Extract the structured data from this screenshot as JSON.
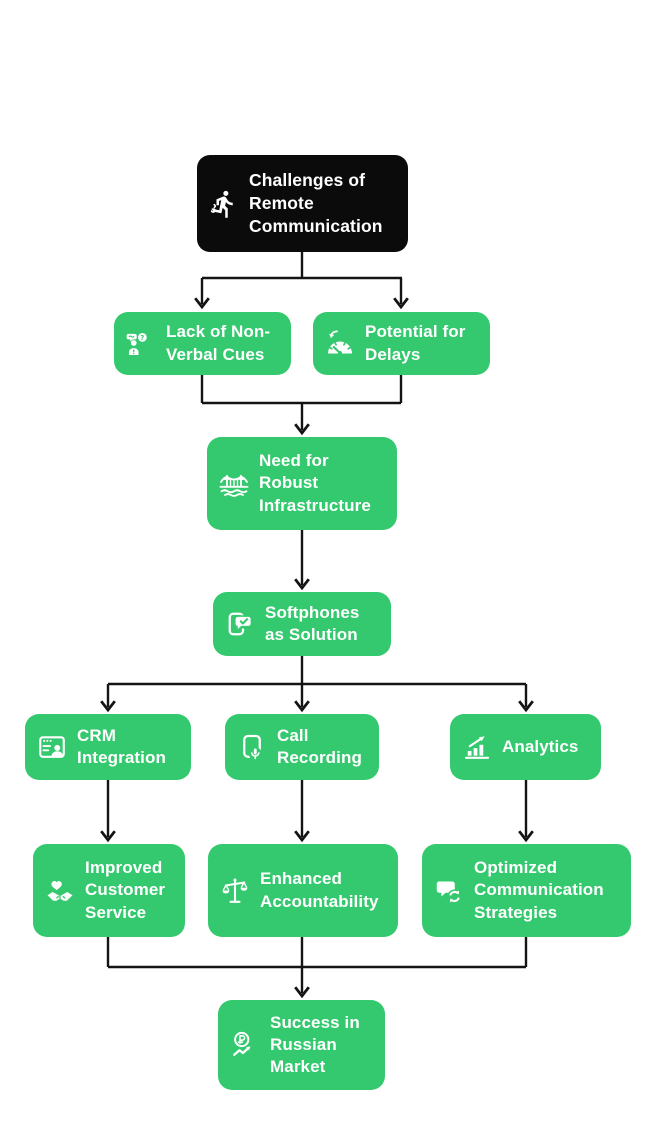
{
  "diagram": {
    "title": "Challenges of Remote Communication flowchart",
    "colors": {
      "node_green": "#34c96e",
      "root_black": "#0b0b0b",
      "text": "#ffffff",
      "connector": "#141414",
      "background": "#ffffff"
    },
    "nodes": {
      "root": {
        "label": "Challenges of Remote Communication",
        "icon": "running-person-icon"
      },
      "nonverbal": {
        "label": "Lack of Non-Verbal Cues",
        "icon": "person-question-icon"
      },
      "delays": {
        "label": "Potential for Delays",
        "icon": "gauge-slowdown-icon"
      },
      "infrastructure": {
        "label": "Need for Robust Infrastructure",
        "icon": "bridge-icon"
      },
      "softphones": {
        "label": "Softphones as Solution",
        "icon": "phone-chat-check-icon"
      },
      "crm": {
        "label": "CRM Integration",
        "icon": "browser-user-icon"
      },
      "recording": {
        "label": "Call Recording",
        "icon": "phone-microphone-icon"
      },
      "analytics": {
        "label": "Analytics",
        "icon": "bar-chart-growth-icon"
      },
      "service": {
        "label": "Improved Customer Service",
        "icon": "heart-handshake-icon"
      },
      "accountability": {
        "label": "Enhanced Accountability",
        "icon": "balance-scale-icon"
      },
      "strategies": {
        "label": "Optimized Communication Strategies",
        "icon": "chat-sync-icon"
      },
      "market": {
        "label": "Success in Russian Market",
        "icon": "ruble-growth-icon"
      }
    },
    "edges": [
      "root -> nonverbal",
      "root -> delays",
      "nonverbal -> infrastructure",
      "delays -> infrastructure",
      "infrastructure -> softphones",
      "softphones -> crm",
      "softphones -> recording",
      "softphones -> analytics",
      "crm -> service",
      "recording -> accountability",
      "analytics -> strategies",
      "service -> market",
      "accountability -> market",
      "strategies -> market"
    ]
  }
}
